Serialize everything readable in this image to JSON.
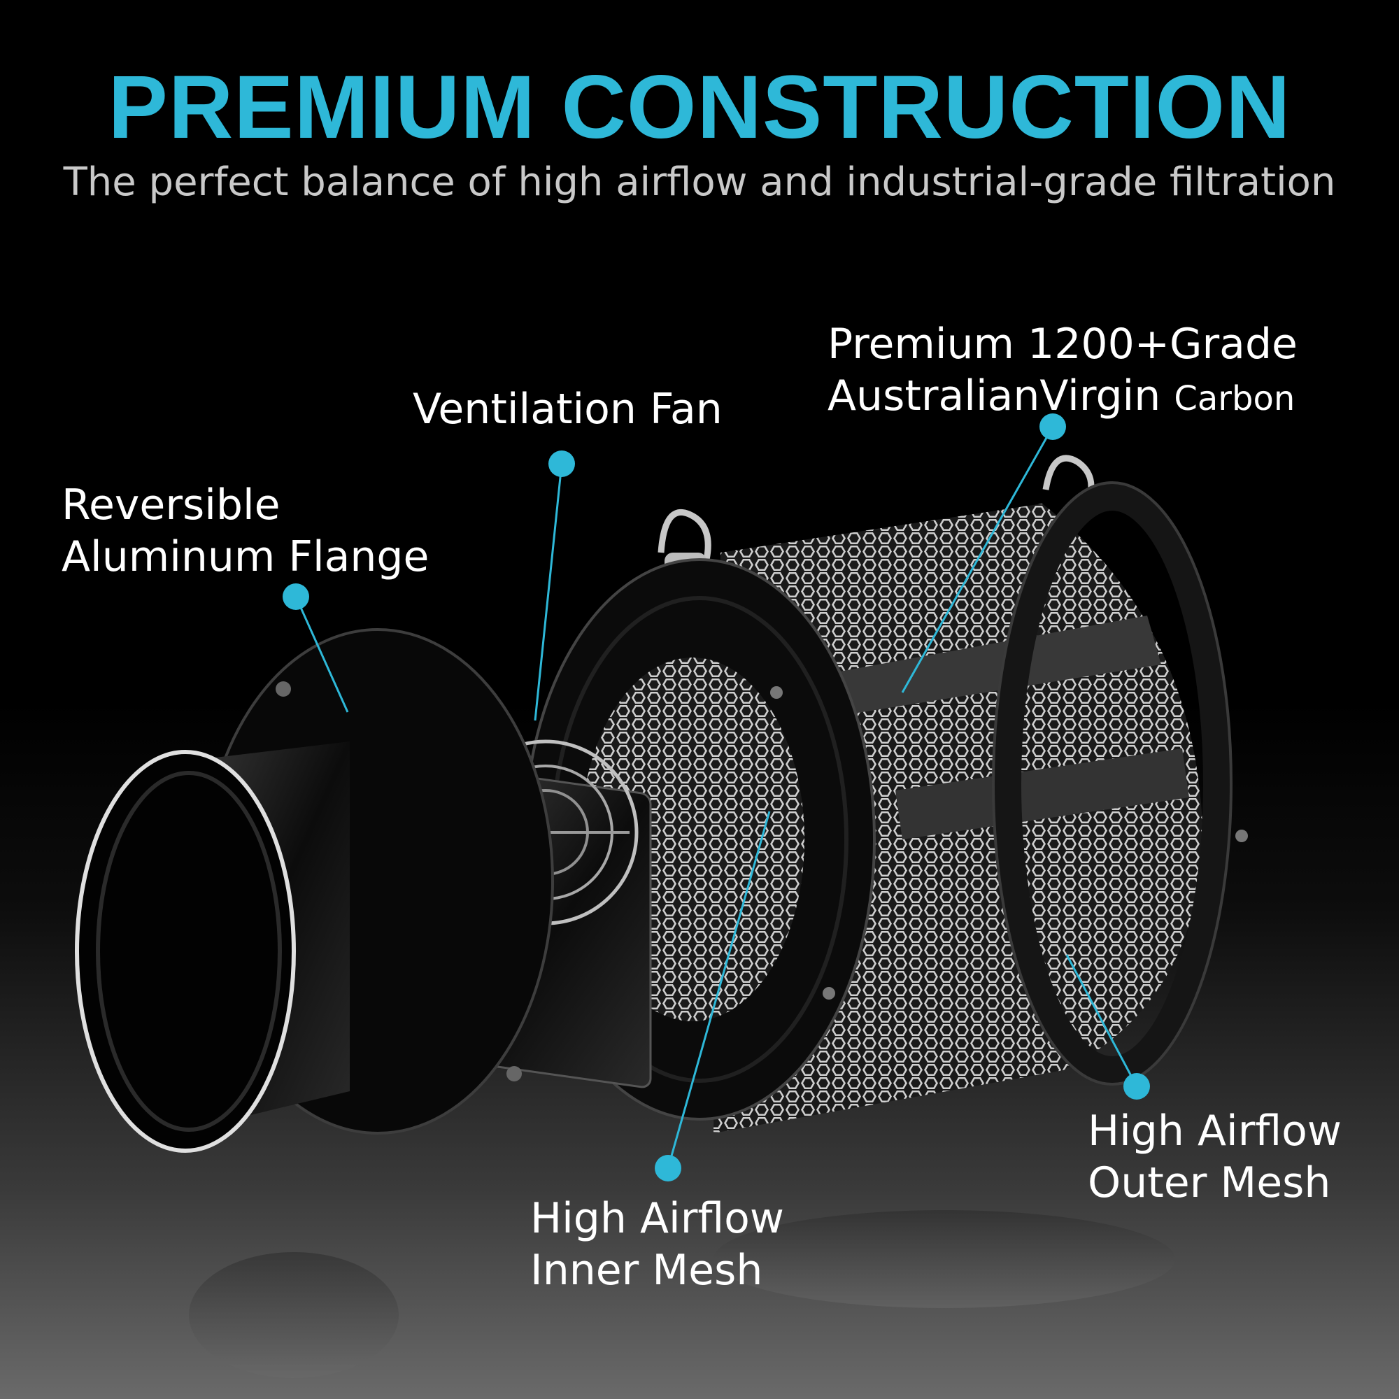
{
  "header": {
    "title": "PREMIUM CONSTRUCTION",
    "subtitle": "The perfect balance of high airflow and industrial-grade filtration"
  },
  "callouts": {
    "flange": {
      "line1": "Reversible",
      "line2": "Aluminum Flange"
    },
    "fan": {
      "line1": "Ventilation Fan"
    },
    "carbon": {
      "line1": "Premium 1200+Grade",
      "line2_main": "AustralianVirgin",
      "line2_small": "Carbon"
    },
    "inner_mesh": {
      "line1": "High Airflow",
      "line2": "Inner Mesh"
    },
    "outer_mesh": {
      "line1": "High Airflow",
      "line2": "Outer Mesh"
    }
  },
  "colors": {
    "accent": "#2eb8d8",
    "background": "#000000",
    "subtitle": "#c9c9c9",
    "label": "#ffffff"
  }
}
